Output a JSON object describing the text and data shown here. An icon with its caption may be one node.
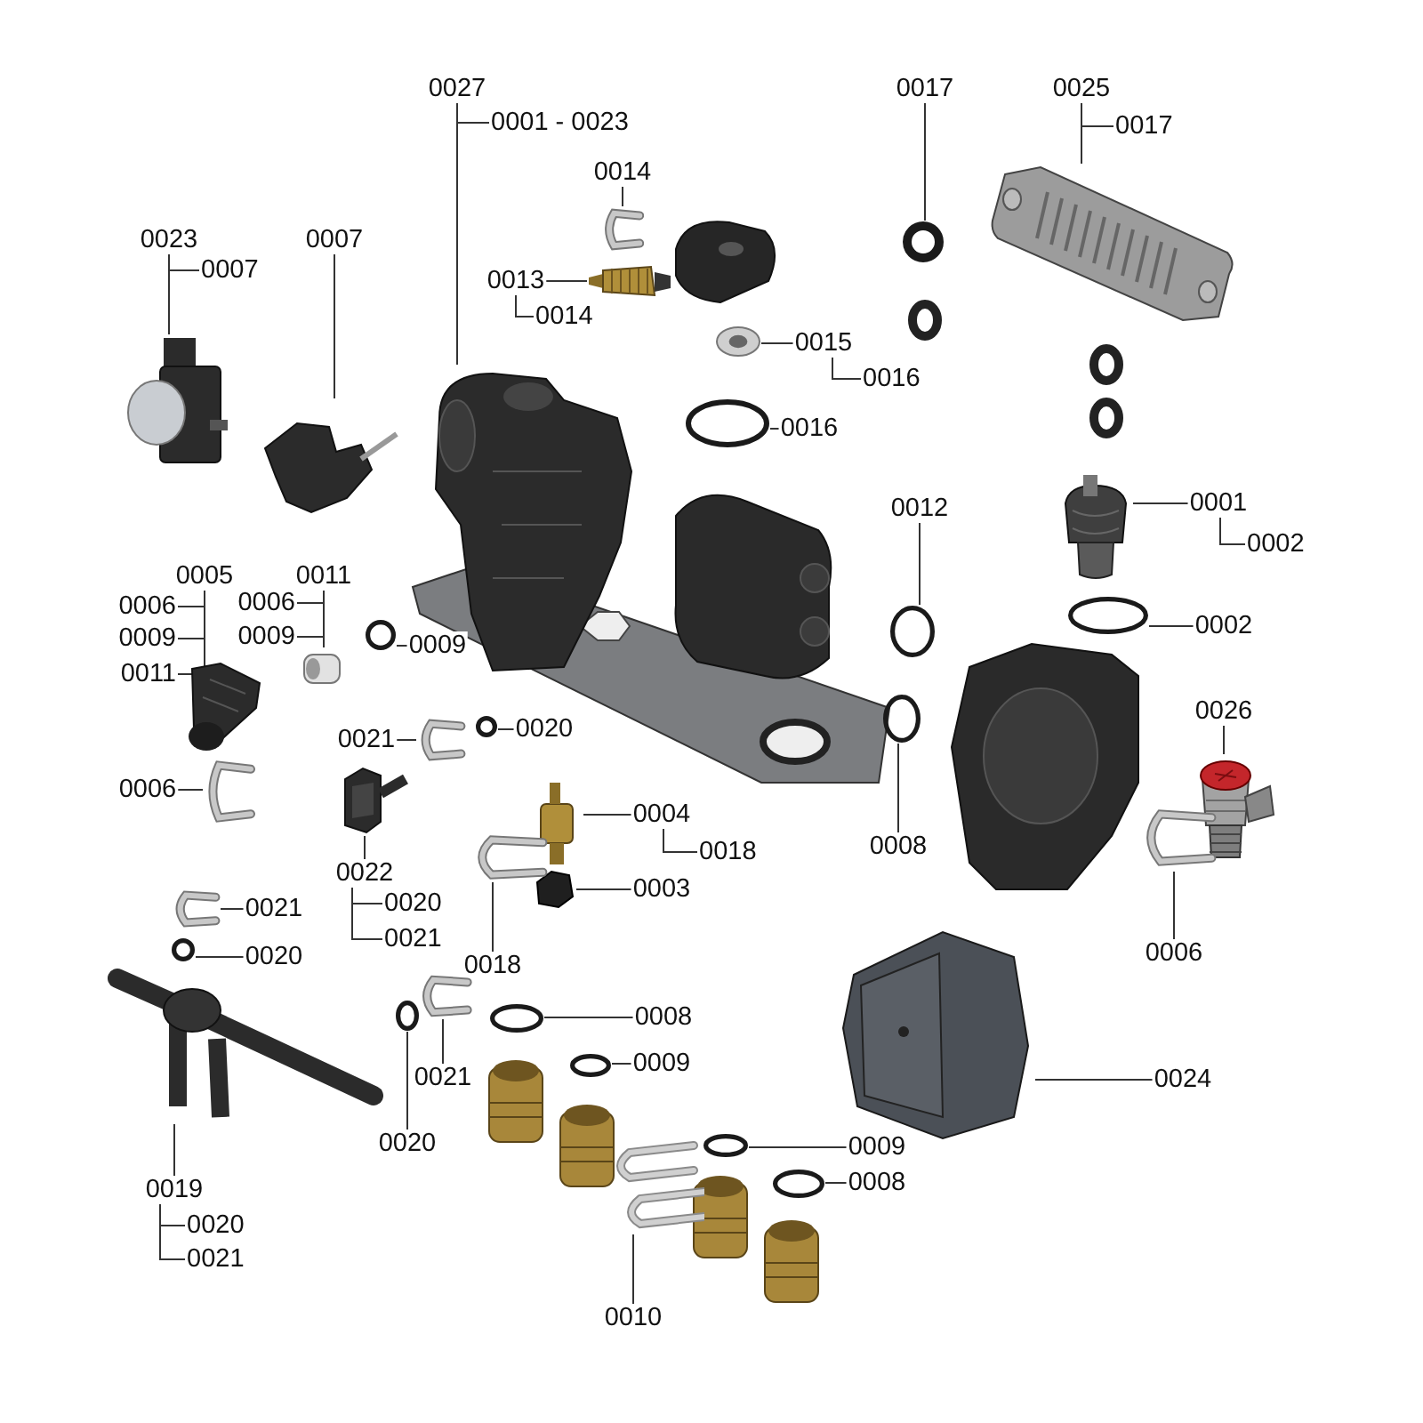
{
  "diagram": {
    "nodes": [
      {
        "text": [
          "0027"
        ]
      },
      {
        "text": [],
        "shape": "picture"
      },
      {
        "text": [
          "0014"
        ]
      },
      {
        "text": [],
        "shape": "picture"
      },
      {
        "text": [
          "0023"
        ]
      },
      {
        "text": [],
        "shape": "picture"
      },
      {
        "text": [
          "0007"
        ]
      },
      {
        "text": [],
        "shape": "picture"
      },
      {
        "text": [
          "0013"
        ]
      },
      {
        "text": [],
        "shape": "picture"
      },
      {
        "text": [
          "0017"
        ]
      },
      {
        "text": [],
        "shape": "circle"
      },
      {
        "text": [
          "0025"
        ]
      },
      {
        "text": [],
        "shape": "picture"
      },
      {
        "text": [
          "0015"
        ]
      },
      {
        "text": [],
        "shape": "picture"
      },
      {
        "text": [
          "0016"
        ]
      },
      {
        "text": [],
        "shape": "circle"
      },
      {
        "text": [
          "0012"
        ]
      },
      {
        "text": [],
        "shape": "circle"
      },
      {
        "text": [
          "0001"
        ]
      },
      {
        "text": [],
        "shape": "picture"
      },
      {
        "text": [
          "0002"
        ]
      },
      {
        "text": [],
        "shape": "circle"
      },
      {
        "text": [
          "0005"
        ]
      },
      {
        "text": [],
        "shape": "picture"
      },
      {
        "text": [
          "0011"
        ]
      },
      {
        "text": [],
        "shape": "picture"
      },
      {
        "text": [
          "0009"
        ]
      },
      {
        "text": [],
        "shape": "circle"
      },
      {
        "text": [
          "0006"
        ]
      },
      {
        "text": [],
        "shape": "picture"
      },
      {
        "text": [
          "0021"
        ]
      },
      {
        "text": [],
        "shape": "picture"
      },
      {
        "text": [
          "0020"
        ]
      },
      {
        "text": [],
        "shape": "circle"
      },
      {
        "text": [
          "0022"
        ]
      },
      {
        "text": [],
        "shape": "picture"
      },
      {
        "text": [
          "0004"
        ]
      },
      {
        "text": [],
        "shape": "picture"
      },
      {
        "text": [
          "0003"
        ]
      },
      {
        "text": [],
        "shape": "picture"
      },
      {
        "text": [
          "0018"
        ]
      },
      {
        "text": [],
        "shape": "picture"
      },
      {
        "text": [
          "0008"
        ]
      },
      {
        "text": [],
        "shape": "circle"
      },
      {
        "text": [
          "0026"
        ]
      },
      {
        "text": [],
        "shape": "picture"
      },
      {
        "text": [
          "0006"
        ]
      },
      {
        "text": [],
        "shape": "picture"
      },
      {
        "text": [
          "0021"
        ]
      },
      {
        "text": [],
        "shape": "picture"
      },
      {
        "text": [
          "0020"
        ]
      },
      {
        "text": [],
        "shape": "circle"
      },
      {
        "text": [
          "0019"
        ]
      },
      {
        "text": [],
        "shape": "picture"
      },
      {
        "text": [
          "0021"
        ]
      },
      {
        "text": [],
        "shape": "picture"
      },
      {
        "text": [
          "0020"
        ]
      },
      {
        "text": [],
        "shape": "circle"
      },
      {
        "text": [
          "0008"
        ]
      },
      {
        "text": [],
        "shape": "circle"
      },
      {
        "text": [
          "0009"
        ]
      },
      {
        "text": [],
        "shape": "circle"
      },
      {
        "text": [
          "0024"
        ]
      },
      {
        "text": [],
        "shape": "picture"
      },
      {
        "text": [
          "0009"
        ]
      },
      {
        "text": [],
        "shape": "circle"
      },
      {
        "text": [
          "0008"
        ]
      },
      {
        "text": [],
        "shape": "circle"
      },
      {
        "text": [
          "0010"
        ]
      },
      {
        "text": [],
        "shape": "picture"
      },
      {
        "text": [
          "0001 - 0023"
        ]
      },
      {
        "text": [
          "0017"
        ]
      },
      {
        "text": [
          "0007"
        ]
      },
      {
        "text": [
          "0014"
        ]
      },
      {
        "text": [
          "0016"
        ]
      },
      {
        "text": [
          "0002"
        ]
      },
      {
        "text": [
          "0006"
        ]
      },
      {
        "text": [
          "0006"
        ]
      },
      {
        "text": [
          "0009"
        ]
      },
      {
        "text": [
          "0009"
        ]
      },
      {
        "text": [
          "0011"
        ]
      },
      {
        "text": [
          "0018"
        ]
      },
      {
        "text": [
          "0020"
        ]
      },
      {
        "text": [
          "0021"
        ]
      },
      {
        "text": [
          "0020"
        ]
      },
      {
        "text": [
          "0021"
        ]
      }
    ],
    "edges": [
      {
        "from": 0,
        "to": 1,
        "arrow": "none"
      },
      {
        "from": 2,
        "to": 3,
        "arrow": "none"
      },
      {
        "from": 4,
        "to": 5,
        "arrow": "none"
      },
      {
        "from": 6,
        "to": 7,
        "arrow": "none"
      },
      {
        "from": 8,
        "to": 9,
        "arrow": "none"
      },
      {
        "from": 10,
        "to": 11,
        "arrow": "none"
      },
      {
        "from": 12,
        "to": 13,
        "arrow": "none"
      },
      {
        "from": 14,
        "to": 15,
        "arrow": "none"
      },
      {
        "from": 16,
        "to": 17,
        "arrow": "none"
      },
      {
        "from": 18,
        "to": 19,
        "arrow": "none"
      },
      {
        "from": 20,
        "to": 21,
        "arrow": "none"
      },
      {
        "from": 22,
        "to": 23,
        "arrow": "none"
      },
      {
        "from": 24,
        "to": 25,
        "arrow": "none"
      },
      {
        "from": 26,
        "to": 27,
        "arrow": "none"
      },
      {
        "from": 28,
        "to": 29,
        "arrow": "none"
      },
      {
        "from": 30,
        "to": 31,
        "arrow": "none"
      },
      {
        "from": 32,
        "to": 33,
        "arrow": "none"
      },
      {
        "from": 34,
        "to": 35,
        "arrow": "none"
      },
      {
        "from": 36,
        "to": 37,
        "arrow": "none"
      },
      {
        "from": 38,
        "to": 39,
        "arrow": "none"
      },
      {
        "from": 40,
        "to": 41,
        "arrow": "none"
      },
      {
        "from": 42,
        "to": 43,
        "arrow": "none"
      },
      {
        "from": 44,
        "to": 45,
        "arrow": "none"
      },
      {
        "from": 46,
        "to": 47,
        "arrow": "none"
      },
      {
        "from": 48,
        "to": 49,
        "arrow": "none"
      },
      {
        "from": 50,
        "to": 51,
        "arrow": "none"
      },
      {
        "from": 52,
        "to": 53,
        "arrow": "none"
      },
      {
        "from": 54,
        "to": 55,
        "arrow": "none"
      },
      {
        "from": 56,
        "to": 57,
        "arrow": "none"
      },
      {
        "from": 58,
        "to": 59,
        "arrow": "none"
      },
      {
        "from": 60,
        "to": 61,
        "arrow": "none"
      },
      {
        "from": 62,
        "to": 63,
        "arrow": "none"
      },
      {
        "from": 64,
        "to": 65,
        "arrow": "none"
      },
      {
        "from": 66,
        "to": 67,
        "arrow": "none"
      },
      {
        "from": 68,
        "to": 69,
        "arrow": "none"
      },
      {
        "from": 70,
        "to": 71,
        "arrow": "none"
      },
      {
        "from": 0,
        "to": 72,
        "arrow": "none"
      },
      {
        "from": 12,
        "to": 73,
        "arrow": "none"
      },
      {
        "from": 4,
        "to": 74,
        "arrow": "none"
      },
      {
        "from": 8,
        "to": 75,
        "arrow": "none"
      },
      {
        "from": 14,
        "to": 76,
        "arrow": "none"
      },
      {
        "from": 20,
        "to": 77,
        "arrow": "none"
      },
      {
        "from": 24,
        "to": 78,
        "arrow": "none"
      },
      {
        "from": 26,
        "to": 79,
        "arrow": "none"
      },
      {
        "from": 24,
        "to": 80,
        "arrow": "none"
      },
      {
        "from": 26,
        "to": 81,
        "arrow": "none"
      },
      {
        "from": 24,
        "to": 82,
        "arrow": "none"
      },
      {
        "from": 38,
        "to": 83,
        "arrow": "none"
      },
      {
        "from": 36,
        "to": 84,
        "arrow": "none"
      },
      {
        "from": 36,
        "to": 85,
        "arrow": "none"
      },
      {
        "from": 54,
        "to": 86,
        "arrow": "none"
      },
      {
        "from": 54,
        "to": 87,
        "arrow": "none"
      }
    ]
  }
}
